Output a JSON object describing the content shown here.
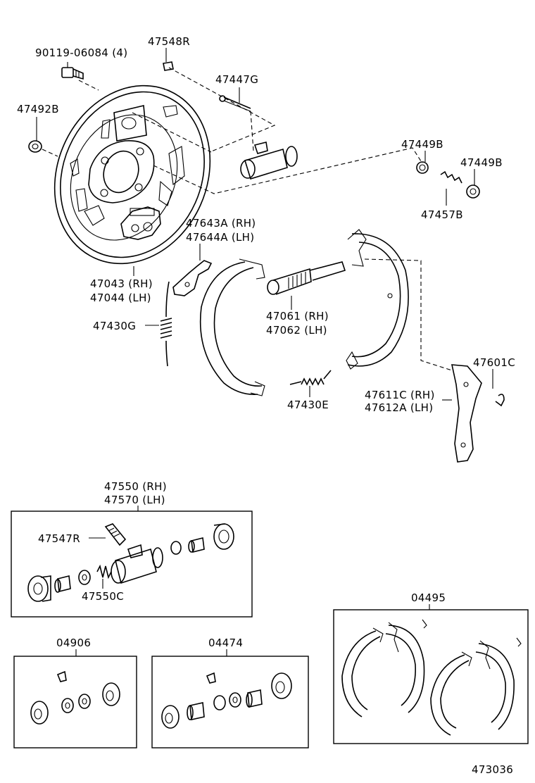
{
  "labels": {
    "bolt": "90119-06084 (4)",
    "plug": "47548R",
    "pin": "47447G",
    "nut": "47492B",
    "cup_a": "47449B",
    "cup_b": "47449B",
    "spring_small": "47457B",
    "lever_rh": "47643A (RH)",
    "lever_lh": "47644A (LH)",
    "plate_rh": "47043 (RH)",
    "plate_lh": "47044 (LH)",
    "spring_g": "47430G",
    "adjuster_rh": "47061 (RH)",
    "adjuster_lh": "47062 (LH)",
    "spring_e": "47430E",
    "clip": "47601C",
    "p_lever_rh": "47611C (RH)",
    "p_lever_lh": "47612A (LH)",
    "cylinder_rh": "47550 (RH)",
    "cylinder_lh": "47570 (LH)",
    "bleeder": "47547R",
    "cyl_spring": "47550C",
    "kit_a": "04906",
    "kit_b": "04474",
    "shoe_kit": "04495",
    "figure_no": "473036"
  }
}
